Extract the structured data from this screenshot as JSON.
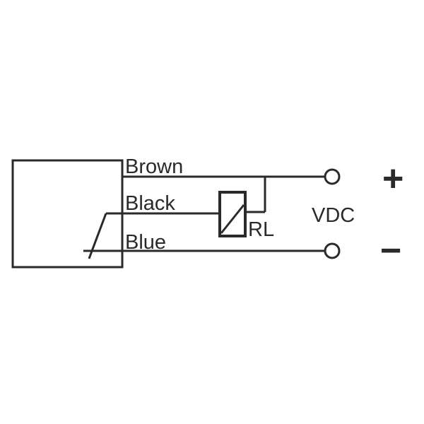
{
  "wires": {
    "brown": "Brown",
    "black": "Black",
    "blue": "Blue"
  },
  "relay_label": "RL",
  "supply_label": "VDC",
  "positive_symbol": "+",
  "negative_symbol": "−",
  "line_color": "#2a2a2a"
}
